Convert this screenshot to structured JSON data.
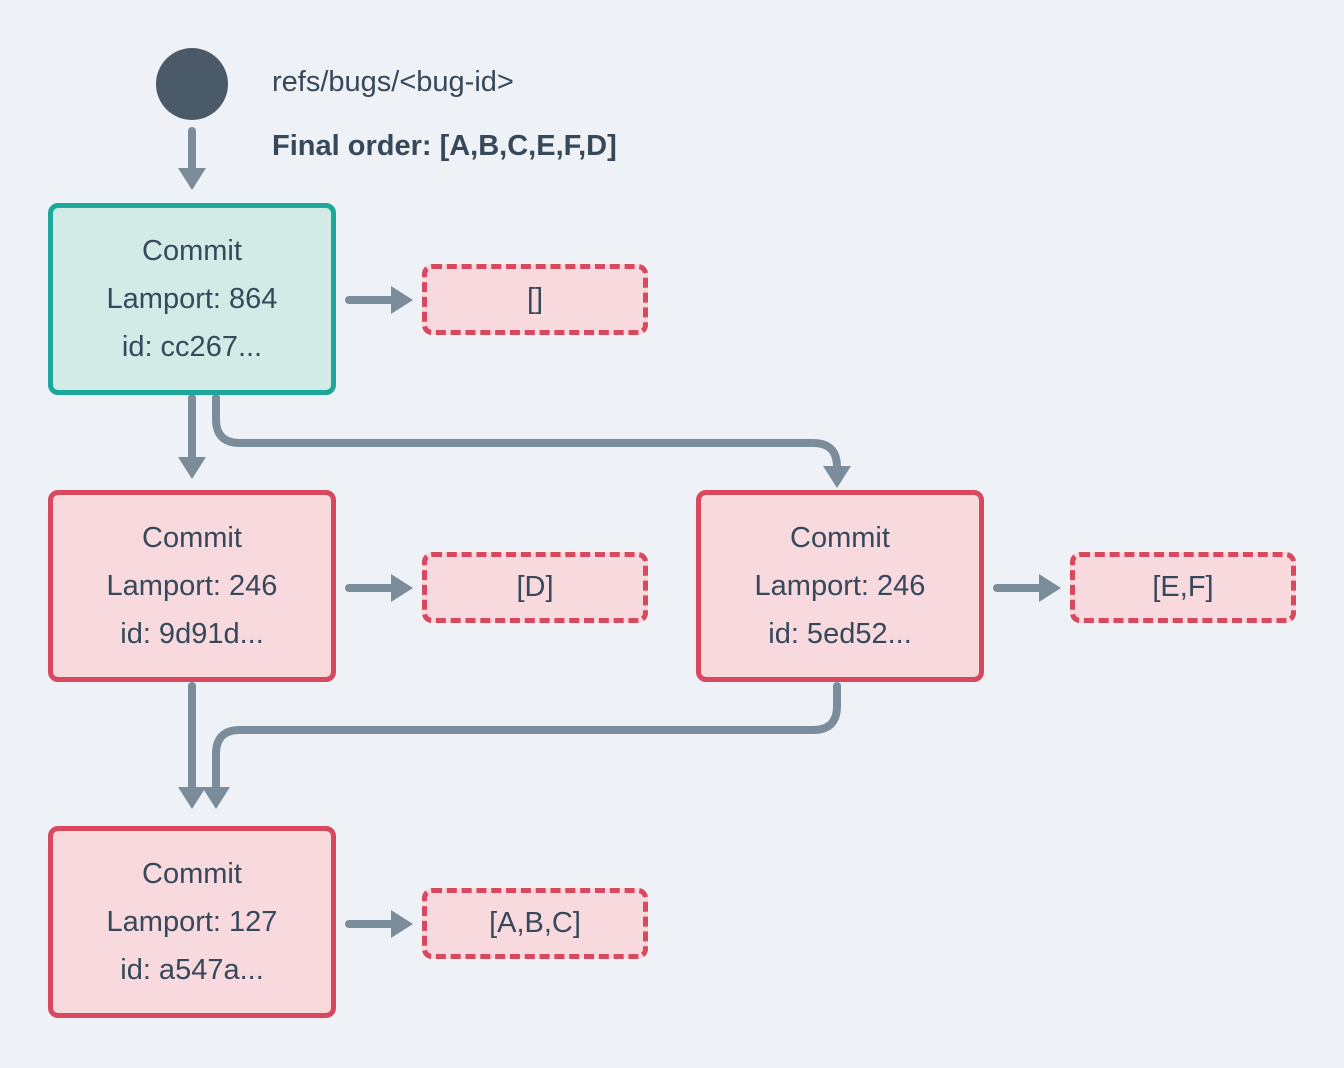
{
  "colors": {
    "background": "#eef1f5",
    "node_text": "#37485a",
    "ref_circle": "#4a5a68",
    "teal_border": "#1ca79b",
    "teal_fill": "#d2ebe7",
    "red_border": "#d8495f",
    "pink_fill": "#f7d9de",
    "arrow": "#7b8c9b"
  },
  "header": {
    "ref_label": "refs/bugs/<bug-id>",
    "final_order": "Final order: [A,B,C,E,F,D]"
  },
  "nodes": {
    "root": {
      "title": "Commit",
      "lamport": "Lamport: 864",
      "id": "id: cc267...",
      "order": "[]"
    },
    "left": {
      "title": "Commit",
      "lamport": "Lamport: 246",
      "id": "id: 9d91d...",
      "order": "[D]"
    },
    "right": {
      "title": "Commit",
      "lamport": "Lamport: 246",
      "id": "id: 5ed52...",
      "order": "[E,F]"
    },
    "bottom": {
      "title": "Commit",
      "lamport": "Lamport: 127",
      "id": "id: a547a...",
      "order": "[A,B,C]"
    }
  }
}
